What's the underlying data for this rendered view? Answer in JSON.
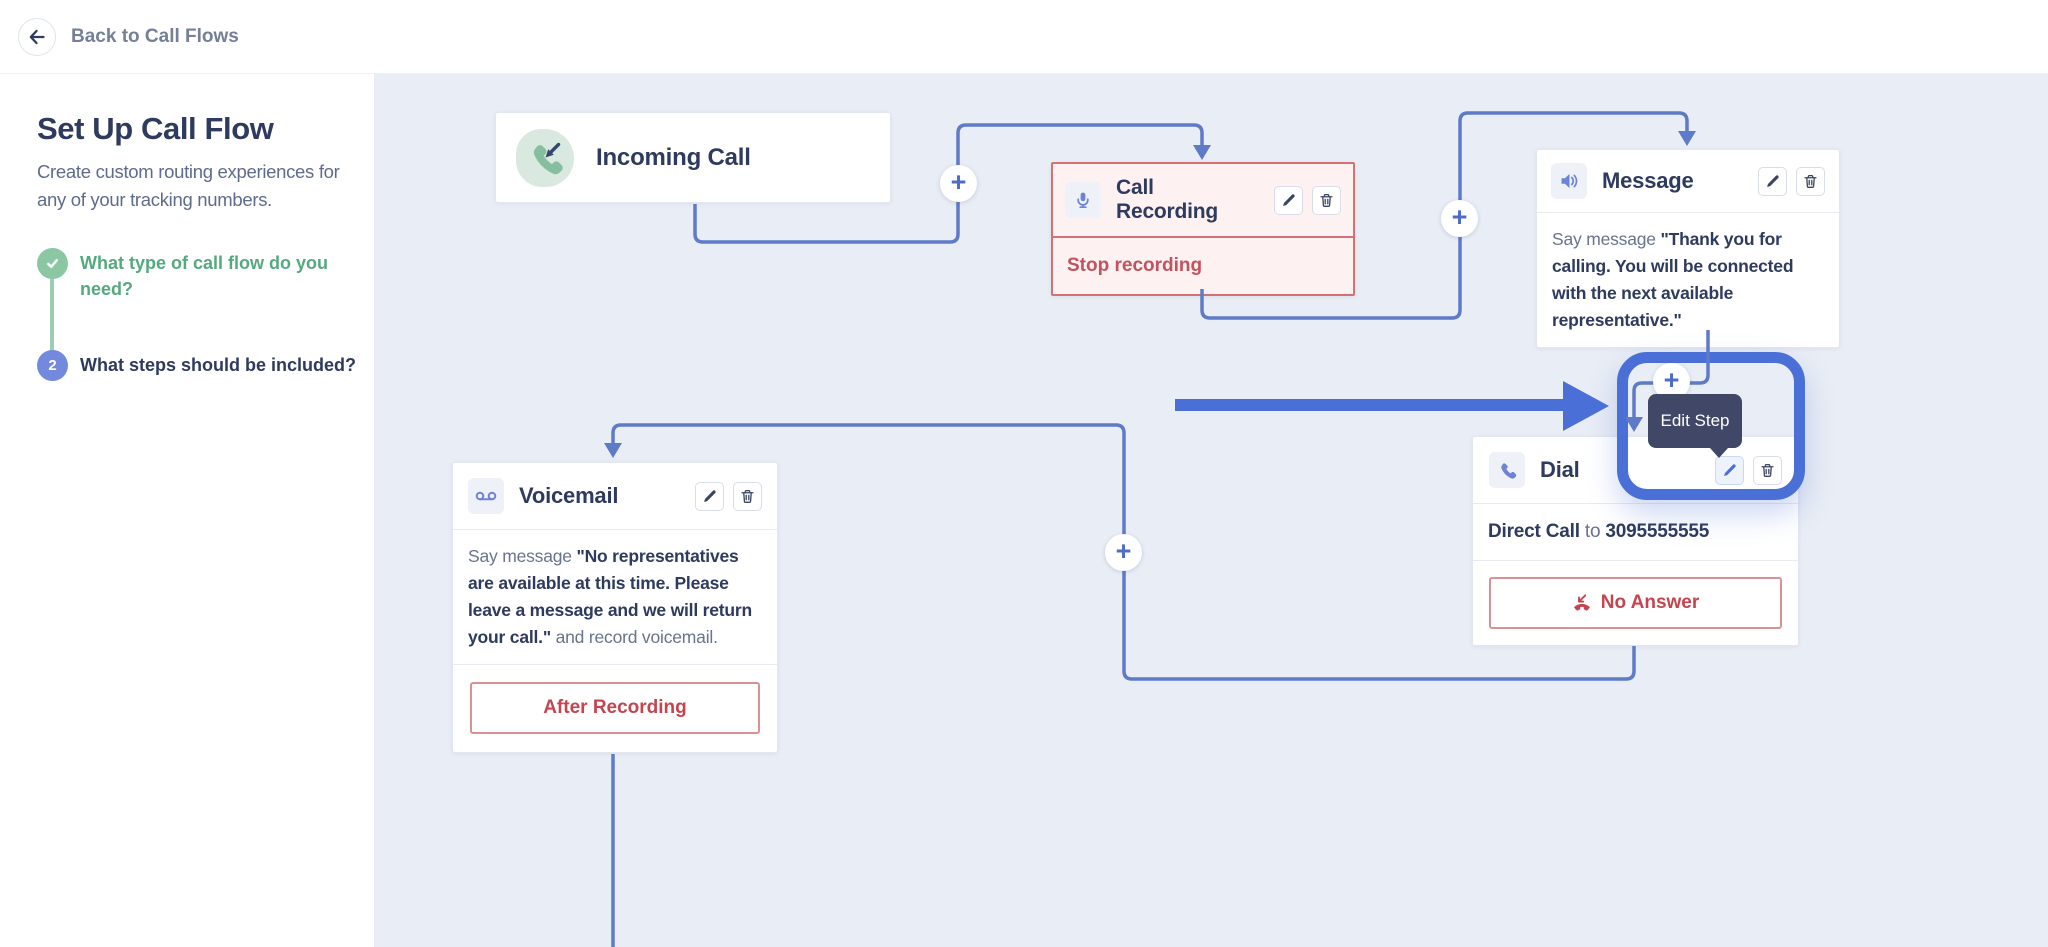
{
  "header": {
    "back_label": "Back to Call Flows"
  },
  "sidebar": {
    "title": "Set Up Call Flow",
    "description_lines": [
      "Create custom routing experiences for",
      "any of your tracking numbers."
    ],
    "steps": [
      {
        "number": "1",
        "state": "complete",
        "label_lines": [
          "What type of call flow do you",
          "need?"
        ]
      },
      {
        "number": "2",
        "state": "current",
        "label_lines": [
          "What steps should be included?"
        ]
      }
    ]
  },
  "flow": {
    "incoming_call": {
      "title": "Incoming Call"
    },
    "call_recording": {
      "title": "Call Recording",
      "action": "Stop recording"
    },
    "message": {
      "title": "Message",
      "prefix": "Say message",
      "quote": "\"Thank you for calling. You will be connected with the next available representative.\""
    },
    "dial": {
      "title": "Dial",
      "route_type": "Direct Call",
      "route_connector": "to",
      "route_number": "3095555555",
      "outcome": "No Answer"
    },
    "voicemail": {
      "title": "Voicemail",
      "prefix": "Say message",
      "quote": "\"No representatives are available at this time. Please leave a message and we will return your call.\"",
      "suffix": "and record voicemail.",
      "outcome": "After Recording"
    },
    "tooltip": "Edit Step",
    "plus": "+"
  },
  "colors": {
    "canvas_bg": "#e9edf5",
    "connector_blue": "#5e7bc8",
    "accent_blue": "#4a6fd6",
    "tooltip_bg": "#404767",
    "navy_text": "#2e3a5e",
    "muted_text": "#67738f",
    "alert_red": "#c5444f",
    "recording_border": "#d47173",
    "recording_bg": "#fdf1f1",
    "success_green": "#8cc7a4",
    "icon_blue": "#6e82d8"
  }
}
